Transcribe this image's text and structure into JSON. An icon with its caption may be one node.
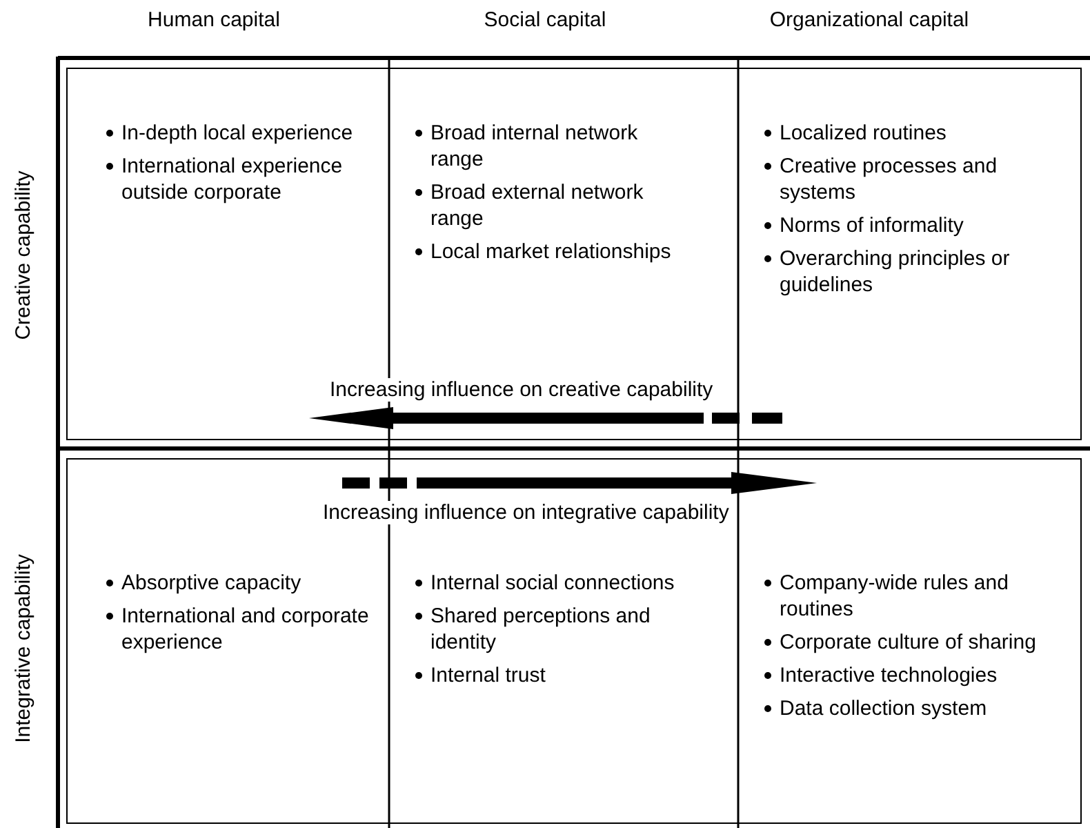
{
  "diagram": {
    "nodes": [
      {
        "text": [
          "In-depth local experience",
          "International experience outside corporate",
          "Broad internal network range",
          "Broad external network range",
          "Local market relationships",
          "Localized routines",
          "Creative processes and systems",
          "Norms of informality",
          "Overarching principles or guidelines",
          "Increasing influence on creative capability"
        ]
      },
      {
        "text": [
          "Increasing influence on integrative capability",
          "Absorptive capacity",
          "International and corporate experience",
          "Internal social connections",
          "Shared perceptions and identity",
          "Internal trust",
          "Company-wide rules and routines",
          "Corporate culture of sharing",
          "Interactive technologies",
          "Data collection system"
        ]
      }
    ],
    "labels": [
      "Human capital",
      "Social capital",
      "Organizational capital",
      "Creative capability",
      "Integrative capability"
    ]
  }
}
